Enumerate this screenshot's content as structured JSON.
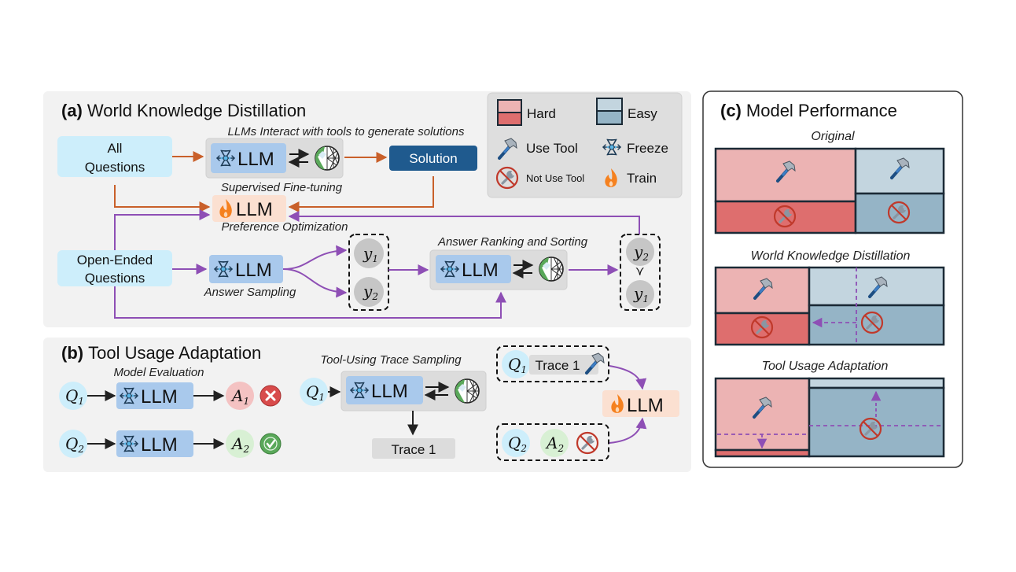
{
  "panel_a": {
    "letter": "(a)",
    "title": "World Knowledge Distillation",
    "all_questions": [
      "All",
      "Questions"
    ],
    "interact_caption": "LLMs Interact with tools to generate solutions",
    "llm_label": "LLM",
    "solution_label": "Solution",
    "sft_caption": "Supervised Fine-tuning",
    "po_caption": "Preference Optimization",
    "open_ended": [
      "Open-Ended",
      "Questions"
    ],
    "answer_sampling_caption": "Answer Sampling",
    "ranking_caption": "Answer Ranking and Sorting",
    "y1": "y",
    "y1_sub": "1",
    "y2": "y",
    "y2_sub": "2",
    "succ": "≻"
  },
  "legend": {
    "hard": "Hard",
    "easy": "Easy",
    "use_tool": "Use Tool",
    "freeze": "Freeze",
    "not_use_tool": "Not Use Tool",
    "train": "Train"
  },
  "panel_b": {
    "letter": "(b)",
    "title": "Tool Usage Adaptation",
    "model_eval_caption": "Model Evaluation",
    "q1": "Q",
    "q1_sub": "1",
    "q2": "Q",
    "q2_sub": "2",
    "a1": "A",
    "a1_sub": "1",
    "a2": "A",
    "a2_sub": "2",
    "llm_label": "LLM",
    "trace_sampling_caption": "Tool-Using Trace Sampling",
    "trace_label": "Trace 1"
  },
  "panel_c": {
    "letter": "(c)",
    "title": "Model Performance",
    "original": "Original",
    "wkd": "World Knowledge Distillation",
    "tua": "Tool Usage Adaptation"
  },
  "colors": {
    "hard_light": "#ecb3b3",
    "hard_dark": "#de6e6e",
    "easy_light": "#c3d5df",
    "easy_dark": "#95b4c6",
    "llm_blue": "#a9c9ec",
    "question_blue": "#cdeefb",
    "solution_blue": "#1f5a8e",
    "train_orange": "#fbe0d1",
    "arrow_orange": "#c9602a",
    "arrow_purple": "#8e4fb5"
  }
}
